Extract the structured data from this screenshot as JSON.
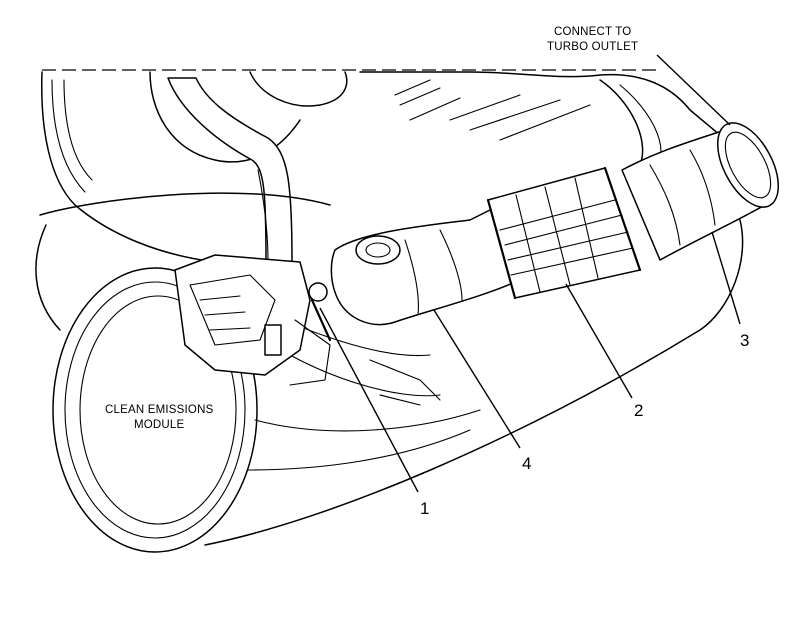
{
  "callouts": {
    "turbo_note_line1": "CONNECT TO",
    "turbo_note_line2": "TURBO OUTLET",
    "module_line1": "CLEAN EMISSIONS",
    "module_line2": "MODULE",
    "n1": "1",
    "n2": "2",
    "n3": "3",
    "n4": "4"
  }
}
